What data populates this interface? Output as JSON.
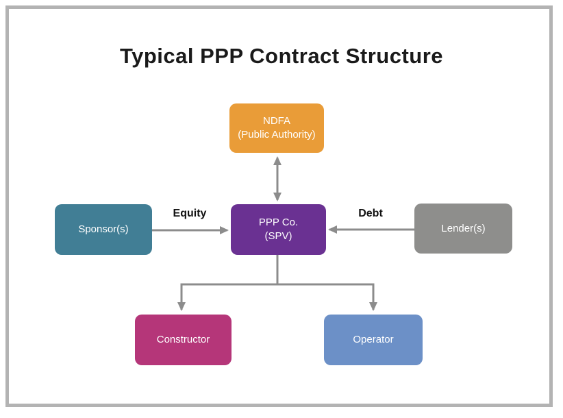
{
  "title": "Typical PPP Contract Structure",
  "nodes": {
    "ndfa": {
      "line1": "NDFA",
      "line2": "(Public Authority)",
      "color": "#E99C38"
    },
    "ppp": {
      "line1": "PPP Co.",
      "line2": "(SPV)",
      "color": "#6A3192"
    },
    "sponsor": {
      "label": "Sponsor(s)",
      "color": "#417E95"
    },
    "lender": {
      "label": "Lender(s)",
      "color": "#8E8E8C"
    },
    "constructor": {
      "label": "Constructor",
      "color": "#B53679"
    },
    "operator": {
      "label": "Operator",
      "color": "#6C90C7"
    }
  },
  "edge_labels": {
    "equity": "Equity",
    "debt": "Debt"
  },
  "connector_color": "#8C8C8C",
  "frame_color": "#B3B3B3",
  "text_color_on_nodes": "#FFFFFF"
}
